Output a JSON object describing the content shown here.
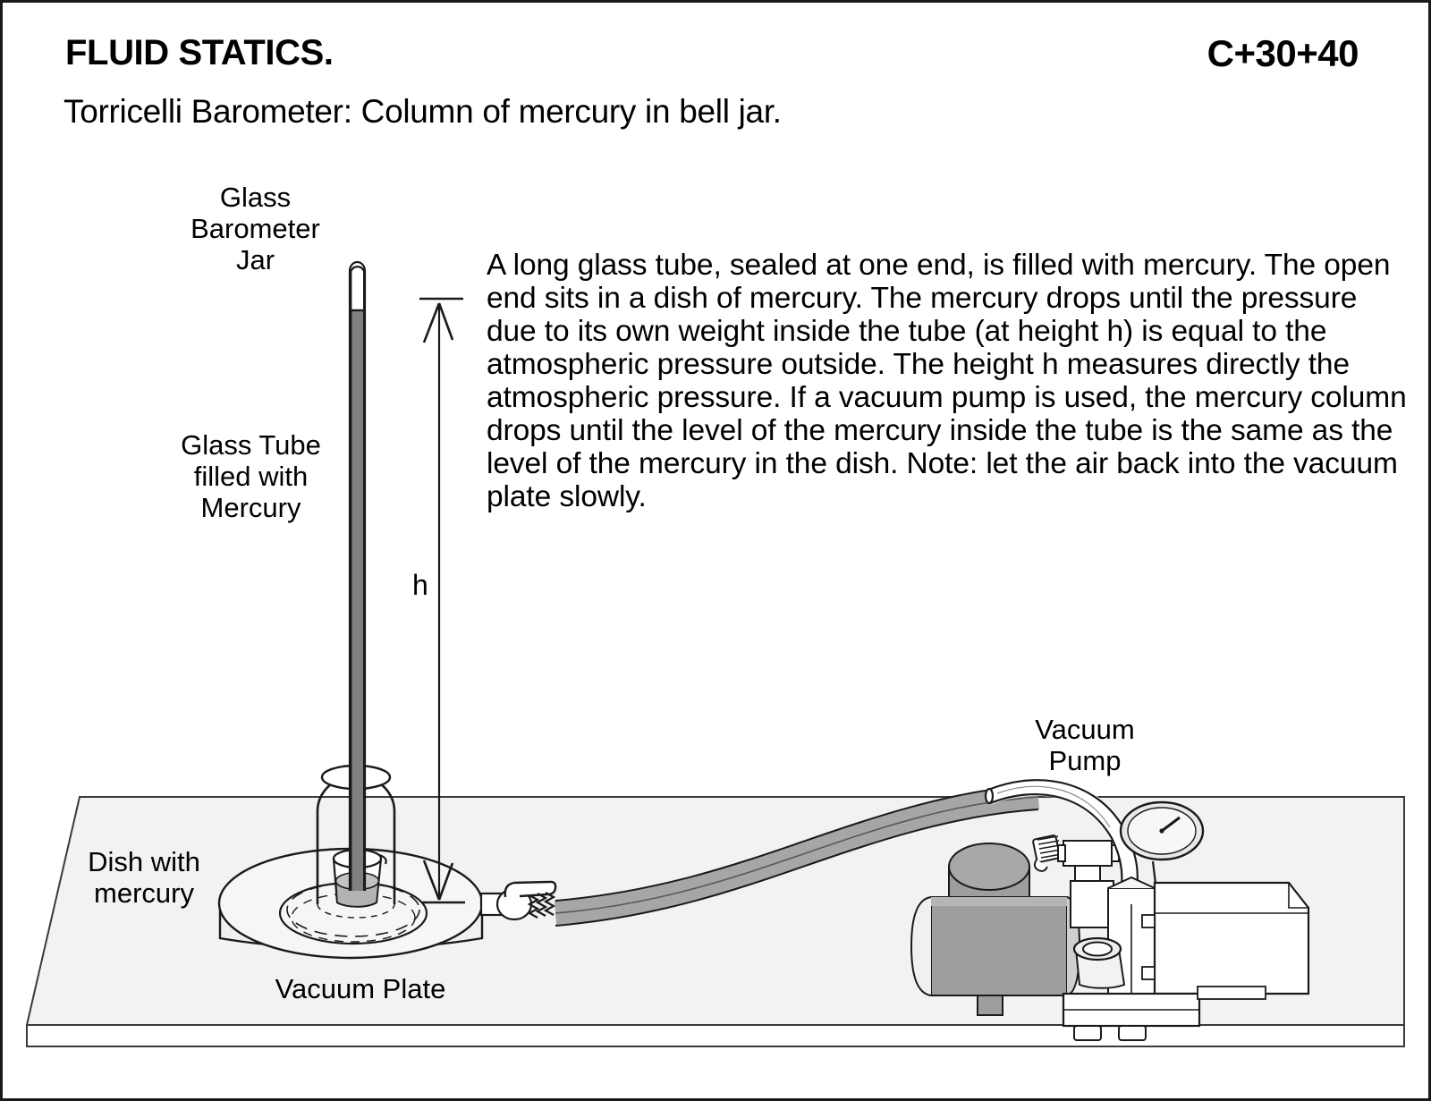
{
  "page": {
    "title": "FLUID STATICS.",
    "code": "C+30+40",
    "subtitle": "Torricelli Barometer: Column of mercury in bell jar."
  },
  "description": {
    "text": "A long glass tube, sealed at one end, is filled with mercury. The open end sits in a dish of mercury.  The mercury drops until the pressure due to its own weight inside the tube (at height h) is equal to the atmospheric pressure outside. The height h measures directly the atmospheric pressure.  If a vacuum pump is used, the mercury column drops until the level of the mercury inside the tube is the same as the level of the mercury in the dish. Note: let the air back into the vacuum plate slowly."
  },
  "labels": {
    "glass_barometer_jar": "Glass\nBarometer\nJar",
    "glass_tube_filled_with_mercury": "Glass Tube\nfilled with\nMercury",
    "dish_with_mercury": "Dish with\nmercury",
    "vacuum_plate": "Vacuum Plate",
    "vacuum_pump": "Vacuum\nPump",
    "height_h": "h"
  },
  "colors": {
    "ink": "#1a1a1a",
    "mercury": "#808080",
    "mercury_dish": "#b3b3b3",
    "hose": "#a6a6a6",
    "motor": "#999999",
    "surface_light": "#f2f2f2",
    "glass_fill": "#ffffff",
    "background": "#ffffff"
  },
  "diagram": {
    "type": "physics-apparatus-schematic",
    "apparatus": "Torricelli barometer inside bell jar on vacuum plate connected to vacuum pump",
    "components": [
      "glass barometer bell jar",
      "glass tube filled with mercury",
      "dish with mercury",
      "vacuum plate",
      "valve and hose",
      "vacuum pump",
      "pressure gauge",
      "height dimension arrow h"
    ]
  }
}
